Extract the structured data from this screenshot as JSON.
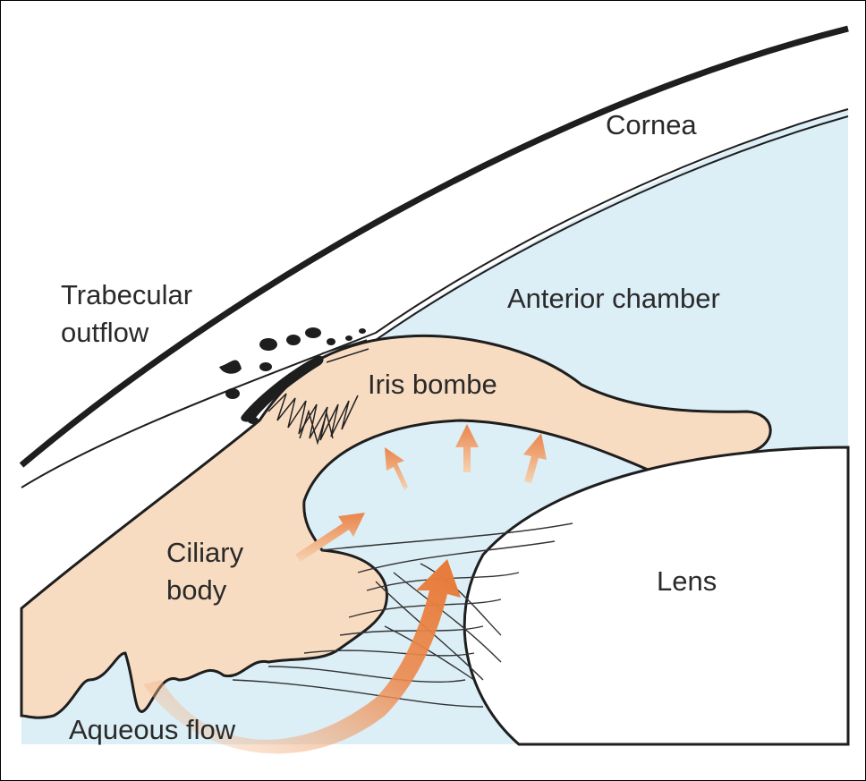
{
  "labels": {
    "cornea": "Cornea",
    "anterior_chamber": "Anterior chamber",
    "trabecular_1": "Trabecular",
    "trabecular_2": "outflow",
    "iris": "Iris bombe",
    "ciliary_1": "Ciliary",
    "ciliary_2": "body",
    "lens": "Lens",
    "aqueous": "Aqueous flow"
  },
  "colors": {
    "chamber": "#dceef6",
    "tissue": "#f8dcc2",
    "arrow": "#ec8a4e",
    "outline": "#1e1e1e",
    "lens": "#ffffff"
  }
}
